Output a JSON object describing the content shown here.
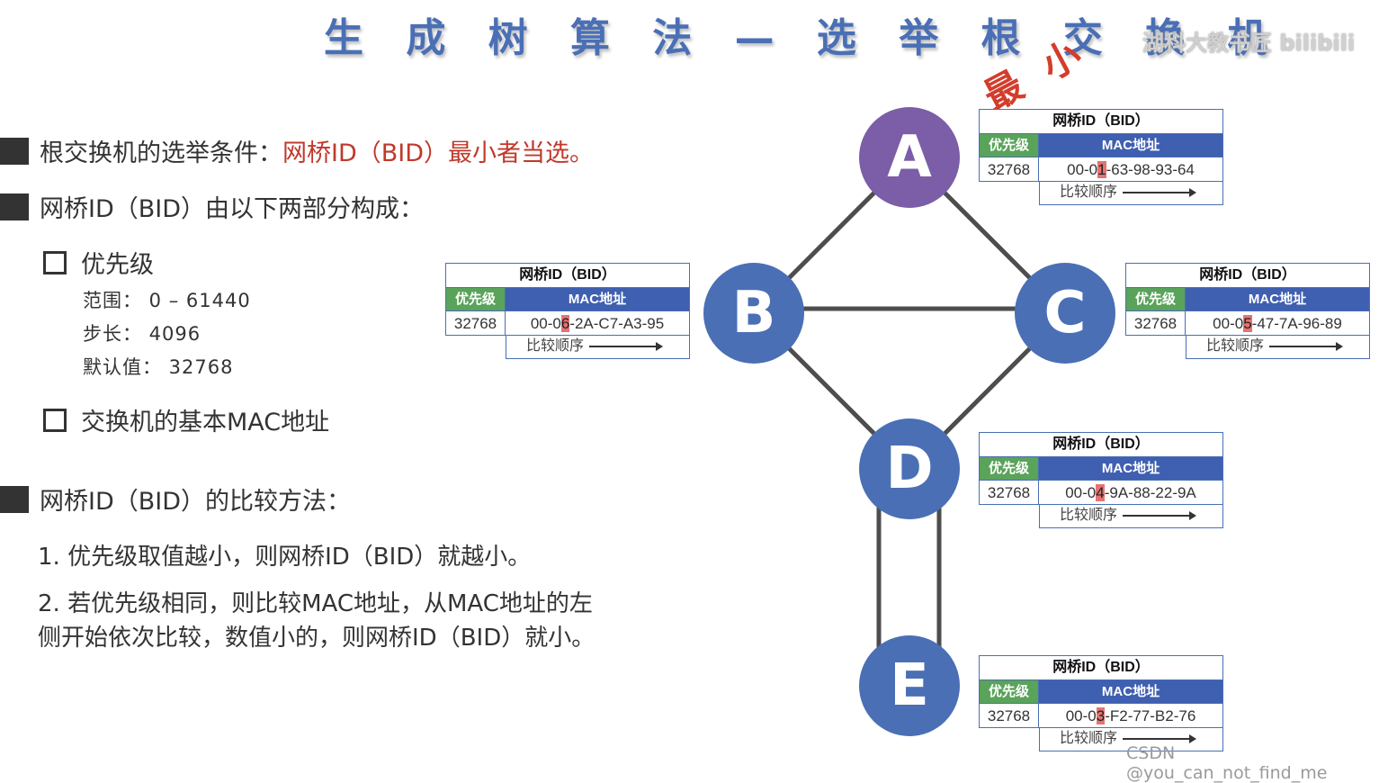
{
  "title": "生 成 树 算 法  —  选 举 根 交 换 机",
  "watermark_top": "湖科大教书匠 bilibili",
  "watermark_bottom": "CSDN @you_can_not_find_me",
  "bullets": {
    "b1_prefix": "根交换机的选举条件：",
    "b1_highlight": "网桥ID（BID）最小者当选。",
    "b2": "网桥ID（BID）由以下两部分构成：",
    "opt1": "优先级",
    "range": "范围： 0  –  61440",
    "step": "步长： 4096",
    "default": "默认值： 32768",
    "opt2": "交换机的基本MAC地址",
    "b3": "网桥ID（BID）的比较方法：",
    "rule1": "1. 优先级取值越小，则网桥ID（BID）就越小。",
    "rule2_line1": "2. 若优先级相同，则比较MAC地址，从MAC地址的左",
    "rule2_line2": "侧开始依次比较，数值小的，则网桥ID（BID）就小。"
  },
  "smallest_label": "最 小",
  "nodes": {
    "A": "A",
    "B": "B",
    "C": "C",
    "D": "D",
    "E": "E"
  },
  "bid_tables": {
    "header": "网桥ID（BID）",
    "pri_header": "优先级",
    "mac_header": "MAC地址",
    "order_label": "比较顺序",
    "A": {
      "priority": "32768",
      "mac_pre": "00-0",
      "mac_hl": "1",
      "mac_post": "-63-98-93-64"
    },
    "B": {
      "priority": "32768",
      "mac_pre": "00-0",
      "mac_hl": "6",
      "mac_post": "-2A-C7-A3-95"
    },
    "C": {
      "priority": "32768",
      "mac_pre": "00-0",
      "mac_hl": "5",
      "mac_post": "-47-7A-96-89"
    },
    "D": {
      "priority": "32768",
      "mac_pre": "00-0",
      "mac_hl": "4",
      "mac_post": "-9A-88-22-9A"
    },
    "E": {
      "priority": "32768",
      "mac_pre": "00-0",
      "mac_hl": "3",
      "mac_post": "-F2-77-B2-76"
    }
  },
  "colors": {
    "accent_blue": "#4a6fb5",
    "root_purple": "#7b5ea7",
    "highlight_red": "#c0392b",
    "priority_green": "#5aa35a"
  }
}
